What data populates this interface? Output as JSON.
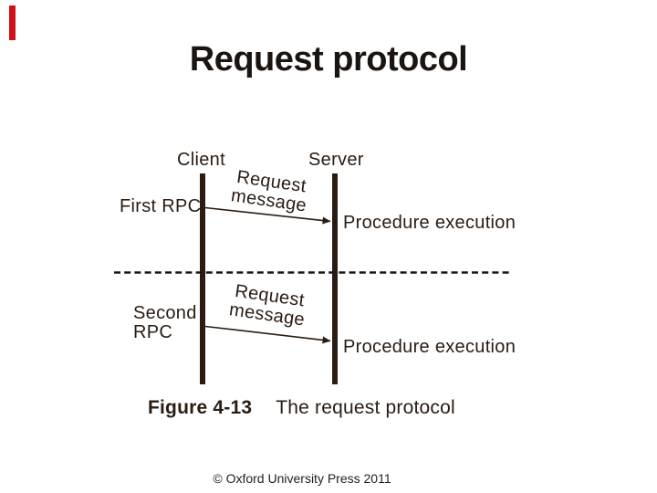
{
  "slide": {
    "title": "Request protocol",
    "footer": "© Oxford University Press 2011"
  },
  "diagram": {
    "client_label": "Client",
    "server_label": "Server",
    "first_rpc_label": "First RPC",
    "second_rpc_label": "Second\nRPC",
    "request_message_first": "Request\nmessage",
    "request_message_second": "Request\nmessage",
    "procedure_execution_first": "Procedure execution",
    "procedure_execution_second": "Procedure execution"
  },
  "caption": {
    "figure_number": "Figure 4-13",
    "figure_title": "The request protocol"
  },
  "colors": {
    "accent_red": "#d21018",
    "diagram_ink": "#2a1c12",
    "title_color": "#1b1410"
  }
}
